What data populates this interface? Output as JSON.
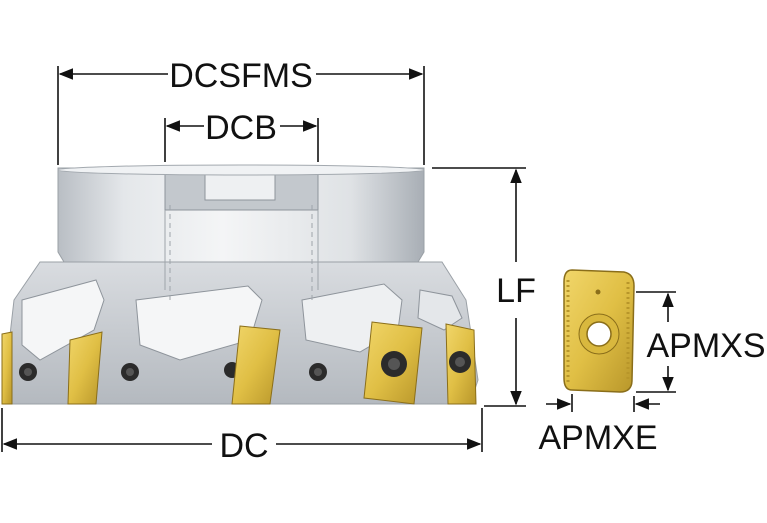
{
  "labels": {
    "dcsfms": "DCSFMS",
    "dcb": "DCB",
    "lf": "LF",
    "dc": "DC",
    "apmxs": "APMXS",
    "apmxe": "APMXE"
  },
  "colors": {
    "body_light": "#eef0f2",
    "body_mid": "#c9cdd2",
    "body_dark": "#8e949b",
    "insert_gold": "#e3c44a",
    "insert_gold_dark": "#b8962a",
    "screw": "#2b2b2b",
    "dimension_line": "#111111"
  }
}
